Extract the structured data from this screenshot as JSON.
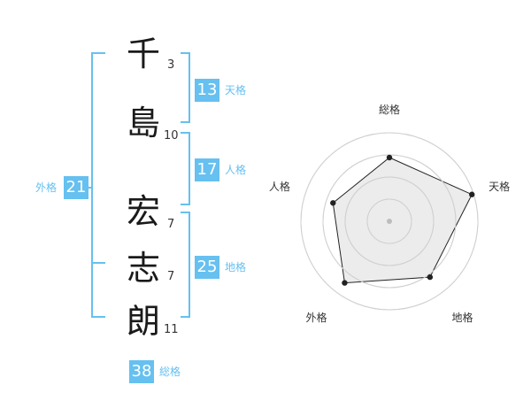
{
  "name": {
    "chars": [
      {
        "char": "千",
        "strokes": "3"
      },
      {
        "char": "島",
        "strokes": "10"
      },
      {
        "char": "宏",
        "strokes": "7"
      },
      {
        "char": "志",
        "strokes": "7"
      },
      {
        "char": "朗",
        "strokes": "11"
      }
    ]
  },
  "fortunes": {
    "tenkaku": {
      "value": "13",
      "label": "天格"
    },
    "jinkaku": {
      "value": "17",
      "label": "人格"
    },
    "chikaku": {
      "value": "25",
      "label": "地格"
    },
    "gaikaku": {
      "value": "21",
      "label": "外格"
    },
    "soukaku": {
      "value": "38",
      "label": "総格"
    }
  },
  "colors": {
    "accent": "#66c0f0"
  },
  "chart_data": {
    "type": "radar",
    "axes": [
      "総格",
      "天格",
      "地格",
      "外格",
      "人格"
    ],
    "values": [
      0.72,
      0.98,
      0.78,
      0.86,
      0.67
    ],
    "range": [
      0,
      1
    ],
    "rings": 4
  }
}
